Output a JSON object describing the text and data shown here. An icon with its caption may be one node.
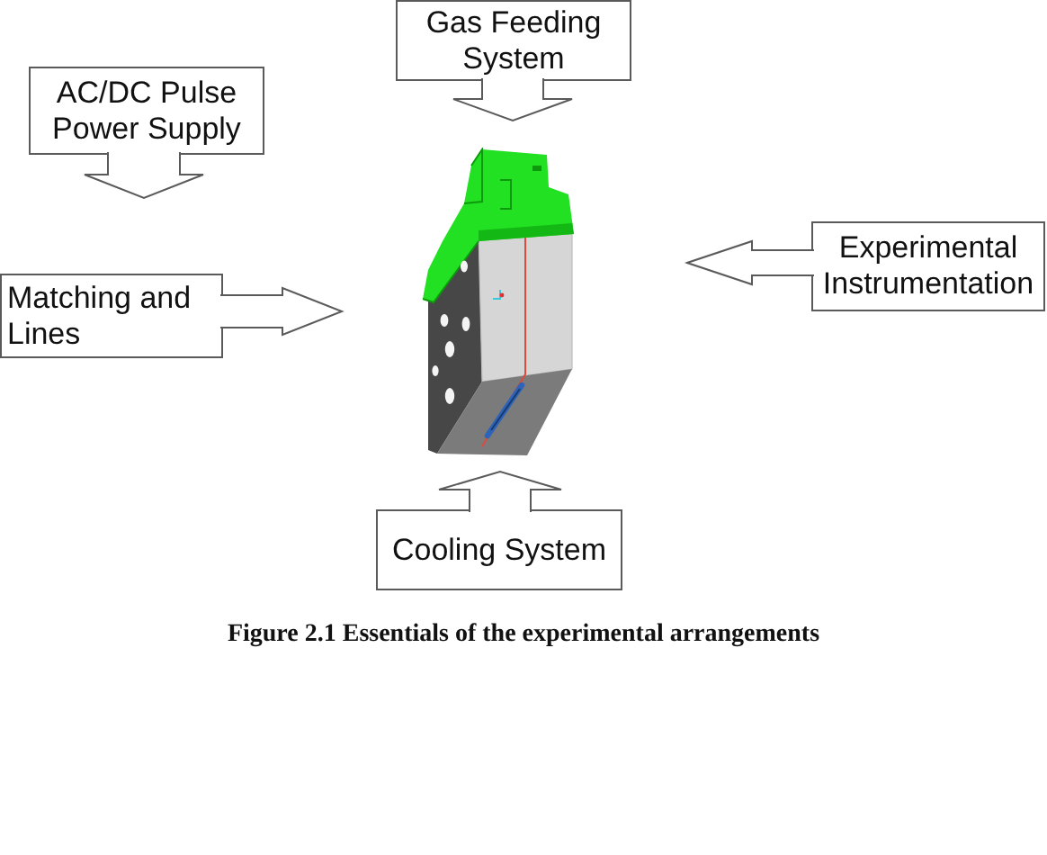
{
  "diagram": {
    "caption": "Figure 2.1 Essentials of the experimental arrangements",
    "nodes": [
      {
        "text": [
          "Gas Feeding System"
        ]
      },
      {
        "text": [
          "AC/DC Pulse Power Supply"
        ]
      },
      {
        "text": [
          "Experimental Instrumentation"
        ]
      },
      {
        "text": [
          "Matching and Lines"
        ]
      },
      {
        "text": [],
        "shape": "picture"
      },
      {
        "text": [
          "Cooling System"
        ]
      }
    ],
    "edges": [
      {
        "from": 0,
        "to": 4,
        "arrow": "to"
      },
      {
        "from": 1,
        "to": null,
        "arrow": "to"
      },
      {
        "from": 2,
        "to": 4,
        "arrow": "to"
      },
      {
        "from": 3,
        "to": 4,
        "arrow": "to"
      },
      {
        "from": 5,
        "to": 4,
        "arrow": "to"
      }
    ]
  }
}
